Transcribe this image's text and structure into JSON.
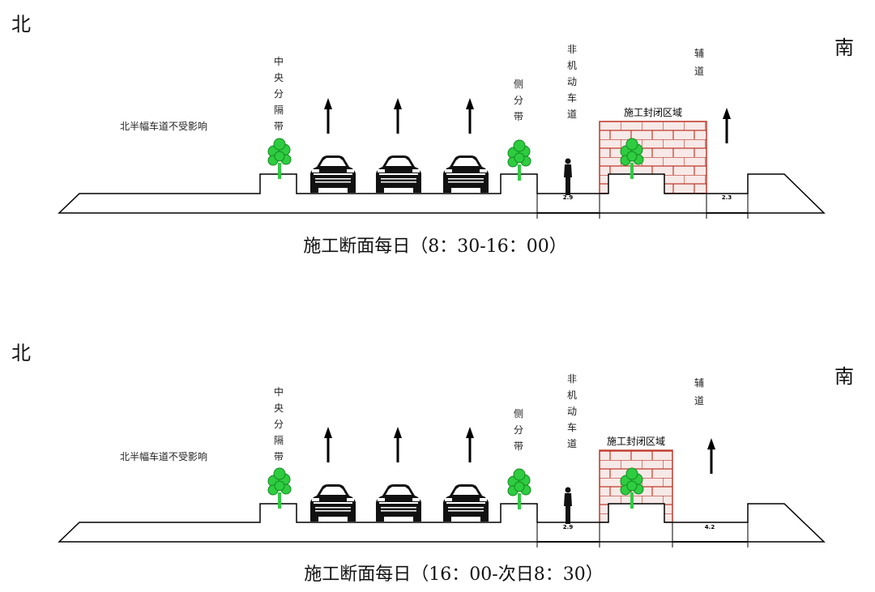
{
  "colors": {
    "brick": "#c0392b",
    "tree": "#2ecc40",
    "line": "#000000"
  },
  "sections": [
    {
      "north": "北",
      "south": "南",
      "left_note": "北半幅车道不受影响",
      "median": [
        "中",
        "央",
        "分",
        "隔",
        "带"
      ],
      "side_strip": [
        "侧",
        "分",
        "带"
      ],
      "bike_lane": [
        "非",
        "机",
        "动",
        "车",
        "道"
      ],
      "service_road": [
        "辅",
        "道"
      ],
      "zone_label": "施工封闭区域",
      "dim_bike": "2.9",
      "dim_right": "2.3",
      "caption": "施工断面每日（8：30-16：00）"
    },
    {
      "north": "北",
      "south": "南",
      "left_note": "北半幅车道不受影响",
      "median": [
        "中",
        "央",
        "分",
        "隔",
        "带"
      ],
      "side_strip": [
        "侧",
        "分",
        "带"
      ],
      "bike_lane": [
        "非",
        "机",
        "动",
        "车",
        "道"
      ],
      "service_road": [
        "辅",
        "道"
      ],
      "zone_label": "施工封闭区域",
      "dim_bike": "2.9",
      "dim_right": "4.2",
      "caption": "施工断面每日（16：00-次日8：30）"
    }
  ]
}
